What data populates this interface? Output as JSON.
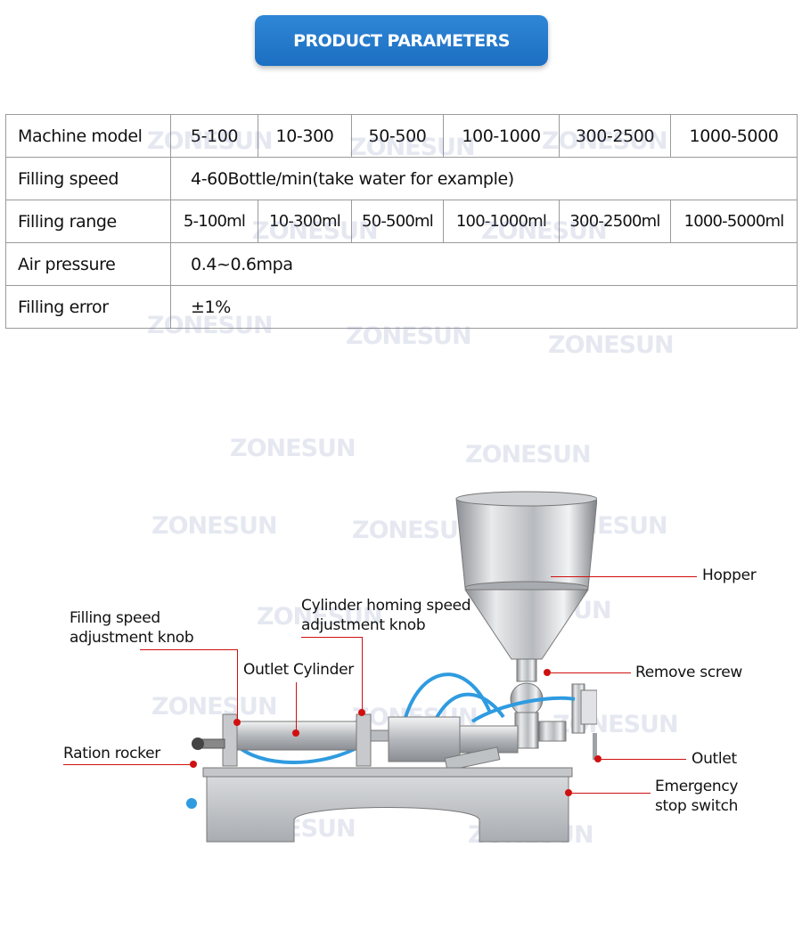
{
  "header": {
    "title": "PRODUCT PARAMETERS"
  },
  "table": {
    "rows": [
      {
        "label": "Machine model",
        "cells": [
          "5-100",
          "10-300",
          "50-500",
          "100-1000",
          "300-2500",
          "1000-5000"
        ]
      },
      {
        "label": "Filling speed",
        "value": "4-60Bottle/min(take water for example)"
      },
      {
        "label": "Filling range",
        "cells": [
          "5-100ml",
          "10-300ml",
          "50-500ml",
          "100-1000ml",
          "300-2500ml",
          "1000-5000ml"
        ]
      },
      {
        "label": "Air pressure",
        "value": "0.4~0.6mpa"
      },
      {
        "label": "Filling error",
        "value": "±1%"
      }
    ]
  },
  "watermark": "ZONESUN",
  "callouts": {
    "hopper": "Hopper",
    "remove_screw": "Remove screw",
    "outlet": "Outlet",
    "emergency_line1": "Emergency",
    "emergency_line2": "stop switch",
    "speed_knob_line1": "Filling speed",
    "speed_knob_line2": "adjustment knob",
    "homing_knob_line1": "Cylinder homing speed",
    "homing_knob_line2": "adjustment knob",
    "outlet_cylinder": "Outlet Cylinder",
    "ration_rocker": "Ration rocker"
  },
  "colors": {
    "title_blue": "#1f74c6",
    "callout_red": "#d01010",
    "border": "#9a9a9a"
  }
}
